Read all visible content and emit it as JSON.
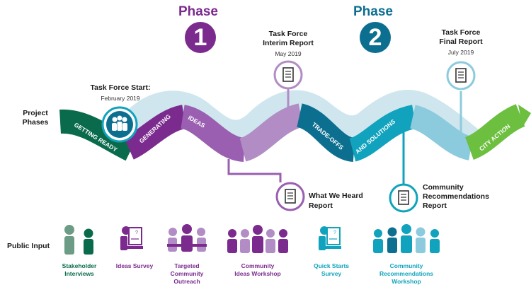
{
  "colors": {
    "dark_green": "#0a6b4c",
    "purple": "#7b2b8e",
    "light_purple": "#b28cc4",
    "teal_dark": "#0d6f90",
    "teal": "#11a3bd",
    "light_blue": "#8ccbdd",
    "pale_blue": "#cfe6ee",
    "lime": "#6cbf3f",
    "sage": "#6c9c85"
  },
  "phases": [
    {
      "word": "Phase",
      "number": "1"
    },
    {
      "word": "Phase",
      "number": "2"
    }
  ],
  "project_phases_label": "Project Phases",
  "public_input_label": "Public Input",
  "milestones": {
    "start": {
      "title": "Task Force Start:",
      "date": "February 2019",
      "icon": "people-icon"
    },
    "interim": {
      "title_line1": "Task Force",
      "title_line2": "Interim Report",
      "date": "May 2019",
      "icon": "document-icon"
    },
    "final": {
      "title_line1": "Task Force",
      "title_line2": "Final Report",
      "date": "July 2019",
      "icon": "document-icon"
    },
    "heard": {
      "title_line1": "What We Heard",
      "title_line2": "Report",
      "icon": "document-icon"
    },
    "recs": {
      "title_line1": "Community",
      "title_line2": "Recommendations",
      "title_line3": "Report",
      "icon": "document-icon"
    }
  },
  "wave_labels": [
    "GETTING READY",
    "GENERATING",
    "IDEAS",
    "TRADE-OFFS",
    "AND SOLUTIONS",
    "CITY ACTION"
  ],
  "public_inputs": [
    {
      "line1": "Stakeholder",
      "line2": "Interviews",
      "line3": "",
      "color": "#0a6b4c",
      "icon": "people-icon"
    },
    {
      "line1": "Ideas Survey",
      "line2": "",
      "line3": "",
      "color": "#7b2b8e",
      "icon": "survey-icon"
    },
    {
      "line1": "Targeted",
      "line2": "Community",
      "line3": "Outreach",
      "color": "#7b2b8e",
      "icon": "group-table-icon"
    },
    {
      "line1": "Community",
      "line2": "Ideas Workshop",
      "line3": "",
      "color": "#7b2b8e",
      "icon": "crowd-icon"
    },
    {
      "line1": "Quick Starts",
      "line2": "Survey",
      "line3": "",
      "color": "#11a3bd",
      "icon": "survey-icon"
    },
    {
      "line1": "Community",
      "line2": "Recommendations",
      "line3": "Workshop",
      "color": "#11a3bd",
      "icon": "crowd-icon"
    }
  ]
}
